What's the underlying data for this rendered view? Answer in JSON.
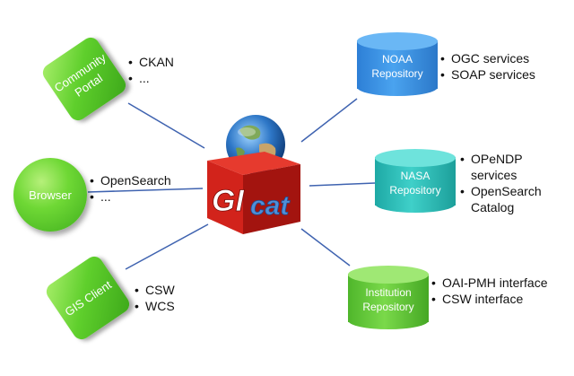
{
  "clients": [
    {
      "label": "Community Portal",
      "bullets": [
        "CKAN",
        "..."
      ]
    },
    {
      "label": "Browser",
      "bullets": [
        "OpenSearch",
        "..."
      ]
    },
    {
      "label": "GIS Client",
      "bullets": [
        "CSW",
        "WCS"
      ]
    }
  ],
  "hub": {
    "logo_text_left": "GI",
    "logo_text_right": "cat",
    "globe_icon": "globe-icon"
  },
  "repositories": [
    {
      "label": "NOAA Repository",
      "color": "#3b92e3",
      "bullets": [
        "OGC services",
        "SOAP services"
      ]
    },
    {
      "label": "NASA Repository",
      "color": "#2fc0bb",
      "bullets": [
        "OPeNDP services",
        "OpenSearch Catalog"
      ]
    },
    {
      "label": "Institution Repository",
      "color": "#63c93a",
      "bullets": [
        "OAI-PMH interface",
        "CSW interface"
      ]
    }
  ],
  "colors": {
    "connector": "#3f63b0",
    "client_green": "#5fcf2c",
    "cube_red": "#c81d1d"
  }
}
